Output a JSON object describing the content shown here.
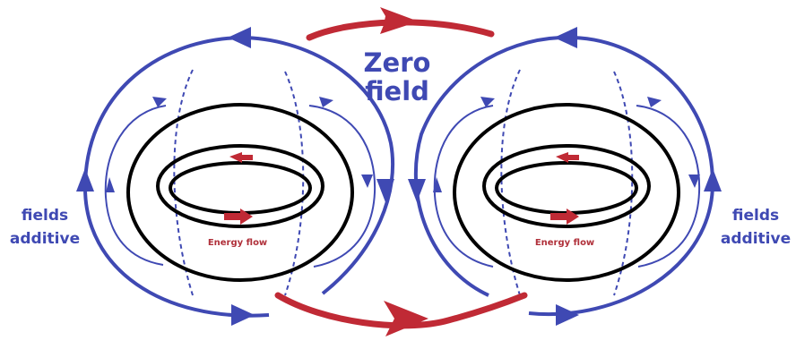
{
  "labels": {
    "zero_field_line1": "Zero",
    "zero_field_line2": "field",
    "left_fields_line1": "fields",
    "left_fields_line2": "additive",
    "right_fields_line1": "fields",
    "right_fields_line2": "additive",
    "left_energy_flow": "Energy flow",
    "right_energy_flow": "Energy flow"
  },
  "colors": {
    "field_line": "#3f49b3",
    "energy_arrow": "#c02a35",
    "torus_outline": "#000000",
    "background": "#ffffff"
  }
}
